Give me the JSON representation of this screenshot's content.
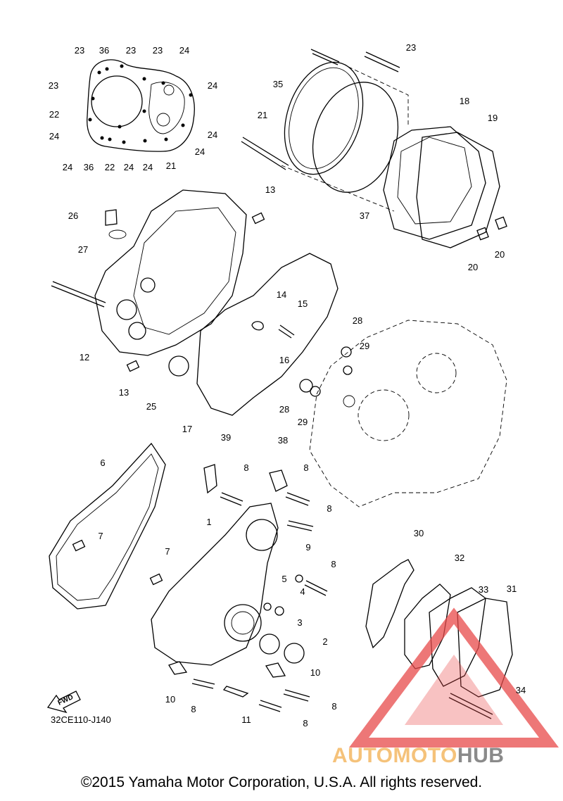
{
  "diagram": {
    "reference_code": "32CE110-J140",
    "fwd_label": "FWD",
    "copyright": "©2015 Yamaha Motor Corporation, U.S.A. All rights reserved.",
    "watermark": {
      "part1": "AUTOMOTO",
      "part2": "HUB",
      "color1": "#f5c27a",
      "color2": "#8a8a8a",
      "triangle_color": "#e84a4a"
    },
    "callouts": [
      "1",
      "2",
      "3",
      "4",
      "5",
      "6",
      "7",
      "7",
      "8",
      "8",
      "8",
      "8",
      "8",
      "8",
      "8",
      "9",
      "10",
      "10",
      "11",
      "12",
      "13",
      "13",
      "14",
      "15",
      "16",
      "17",
      "18",
      "19",
      "20",
      "20",
      "21",
      "21",
      "22",
      "22",
      "23",
      "23",
      "23",
      "23",
      "23",
      "24",
      "24",
      "24",
      "24",
      "24",
      "24",
      "24",
      "24",
      "25",
      "26",
      "27",
      "28",
      "28",
      "29",
      "29",
      "30",
      "31",
      "32",
      "33",
      "34",
      "35",
      "36",
      "36",
      "37",
      "38",
      "39"
    ]
  }
}
